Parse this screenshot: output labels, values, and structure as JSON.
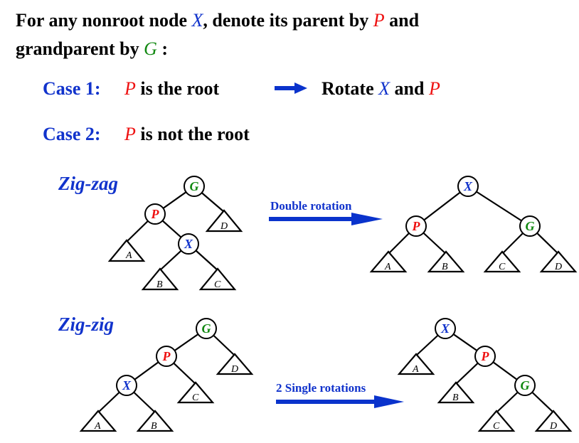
{
  "intro": {
    "line1": {
      "before": "For any nonroot node ",
      "x": "X",
      "middle": ", denote its parent by ",
      "p": "P",
      "after": " and"
    },
    "line2": {
      "before": "grandparent by ",
      "g": "G",
      "after": " :"
    }
  },
  "case1": {
    "label": "Case 1:",
    "p": "P",
    "text": " is the root",
    "result": {
      "before": "Rotate ",
      "x": "X",
      "middle": " and ",
      "p": "P"
    }
  },
  "case2": {
    "label": "Case 2:",
    "p": "P",
    "text": " is not the root"
  },
  "zigzag": {
    "title": "Zig-zag",
    "arrow_label": "Double rotation"
  },
  "zigzig": {
    "title": "Zig-zig",
    "arrow_label": "2 Single rotations"
  },
  "nodes": {
    "G": "G",
    "P": "P",
    "X": "X"
  },
  "subtrees": {
    "A": "A",
    "B": "B",
    "C": "C",
    "D": "D"
  },
  "colors": {
    "blue": "#1133cc",
    "red": "#ee1111",
    "green": "#118811",
    "arrow": "#0a33cc"
  }
}
